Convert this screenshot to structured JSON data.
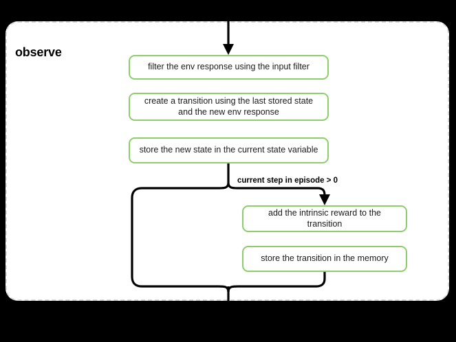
{
  "diagram": {
    "type": "flowchart",
    "background_color": "#000000",
    "group": {
      "title": "observe",
      "border_style": "dashed",
      "border_color": "#d9d9d9",
      "fill_color": "#ffffff"
    },
    "node_style": {
      "border_color": "#8bce6b",
      "fill_color": "#ffffff",
      "text_color": "#1a1a1a"
    },
    "nodes": [
      {
        "id": "n1",
        "label": "filter the env response using the input filter"
      },
      {
        "id": "n2",
        "label": "create a transition using the last stored state and the new env response"
      },
      {
        "id": "n3",
        "label": "store the new state in the current state variable"
      },
      {
        "id": "n4",
        "label": "add the intrinsic reward to the transition"
      },
      {
        "id": "n5",
        "label": "store the transition in the memory"
      }
    ],
    "edges": [
      {
        "id": "e-entry",
        "from": "external",
        "to": "n1",
        "label": ""
      },
      {
        "id": "e-branch",
        "from": "n3",
        "to": "n4",
        "label": "current step in episode > 0"
      },
      {
        "id": "e-bypass",
        "from": "n3",
        "to": "exit",
        "label": ""
      },
      {
        "id": "e-merge",
        "from": "n5",
        "to": "exit",
        "label": ""
      }
    ],
    "labels": [
      {
        "id": "condition",
        "text": "current step in episode > 0"
      }
    ]
  }
}
